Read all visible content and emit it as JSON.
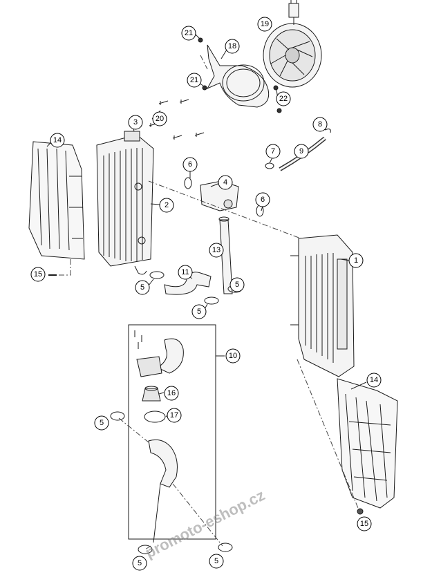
{
  "diagram": {
    "callouts": [
      {
        "id": "c19",
        "label": "19"
      },
      {
        "id": "c21a",
        "label": "21"
      },
      {
        "id": "c18",
        "label": "18"
      },
      {
        "id": "c21b",
        "label": "21"
      },
      {
        "id": "c22",
        "label": "22"
      },
      {
        "id": "c3",
        "label": "3"
      },
      {
        "id": "c20",
        "label": "20"
      },
      {
        "id": "c14a",
        "label": "14"
      },
      {
        "id": "c8",
        "label": "8"
      },
      {
        "id": "c7",
        "label": "7"
      },
      {
        "id": "c9",
        "label": "9"
      },
      {
        "id": "c6a",
        "label": "6"
      },
      {
        "id": "c4",
        "label": "4"
      },
      {
        "id": "c6b",
        "label": "6"
      },
      {
        "id": "c2",
        "label": "2"
      },
      {
        "id": "c13",
        "label": "13"
      },
      {
        "id": "c1",
        "label": "1"
      },
      {
        "id": "c15a",
        "label": "15"
      },
      {
        "id": "c11",
        "label": "11"
      },
      {
        "id": "c5a",
        "label": "5"
      },
      {
        "id": "c5b",
        "label": "5"
      },
      {
        "id": "c5c",
        "label": "5"
      },
      {
        "id": "c10",
        "label": "10"
      },
      {
        "id": "c14b",
        "label": "14"
      },
      {
        "id": "c16",
        "label": "16"
      },
      {
        "id": "c17",
        "label": "17"
      },
      {
        "id": "c5d",
        "label": "5"
      },
      {
        "id": "c15b",
        "label": "15"
      },
      {
        "id": "c5e",
        "label": "5"
      },
      {
        "id": "c5f",
        "label": "5"
      }
    ]
  },
  "watermark": {
    "text": "promoto-eshop.cz"
  },
  "colors": {
    "line": "#1a1a1a",
    "part_fill": "#f4f4f4",
    "shade": "#d9d9d9",
    "dark": "#555555"
  }
}
